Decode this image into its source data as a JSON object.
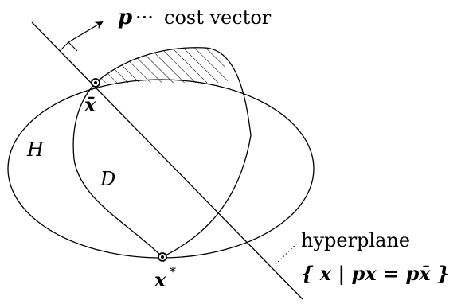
{
  "labels": {
    "cost_vector_symbol": "p",
    "cost_vector_dots": "···",
    "cost_vector_text": "cost vector",
    "x_bar": "x̄",
    "x_star_base": "x",
    "x_star_sup": "*",
    "set_H": "H",
    "set_D": "D",
    "hyperplane_title": "hyperplane",
    "hyperplane_set": "{ x | px = px̄ }"
  },
  "colors": {
    "stroke": "#000000",
    "background": "#ffffff"
  }
}
